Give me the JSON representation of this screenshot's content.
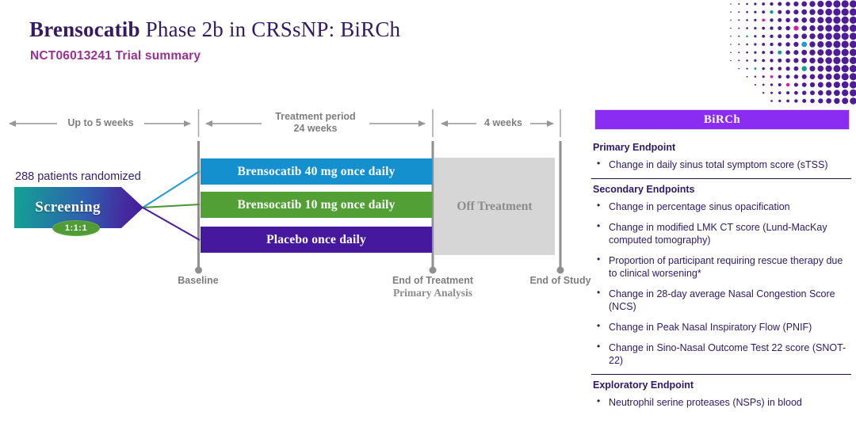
{
  "slide": {
    "title_emphasis": "Brensocatib",
    "title_rest": " Phase 2b in CRSsNP: BiRCh",
    "subtitle": "NCT06013241 Trial summary"
  },
  "timeline": {
    "phase1_label": "Up to 5 weeks",
    "phase2_label_line1": "Treatment period",
    "phase2_label_line2": "24 weeks",
    "phase3_label": "4 weeks"
  },
  "screening": {
    "randomized_note": "288 patients randomized",
    "label": "Screening",
    "ratio_badge": "1:1:1"
  },
  "arms": [
    {
      "label": "Brensocatib 40 mg once daily",
      "color": "#1590ce"
    },
    {
      "label": "Brensocatib 10 mg once daily",
      "color": "#519f35"
    },
    {
      "label": "Placebo once daily",
      "color": "#46189d"
    }
  ],
  "off_treatment_label": "Off Treatment",
  "milestones": {
    "baseline": "Baseline",
    "end_of_treatment": "End of Treatment",
    "primary_analysis": "Primary Analysis",
    "end_of_study": "End of Study"
  },
  "endpoints_panel": {
    "title": "BiRCh",
    "title_bg_color": "#8a2cf2",
    "sections": [
      {
        "heading": "Primary Endpoint",
        "bullets": [
          "Change in daily sinus total symptom score (sTSS)"
        ]
      },
      {
        "heading": "Secondary Endpoints",
        "bullets": [
          "Change in percentage sinus opacification",
          "Change in modified LMK CT score (Lund-MacKay computed tomography)",
          "Proportion of participant requiring rescue therapy due to clinical worsening*",
          "Change in 28-day average Nasal Congestion Score (NCS)",
          "Change in Peak Nasal Inspiratory Flow (PNIF)",
          "Change in Sino-Nasal Outcome Test 22 score (SNOT-22)"
        ]
      },
      {
        "heading": "Exploratory Endpoint",
        "bullets": [
          "Neutrophil serine proteases (NSPs) in blood"
        ]
      }
    ]
  },
  "decor": {
    "dot_colors": {
      "primary": "#4c1d95",
      "teal": "#0e9d8e",
      "magenta": "#d6219c",
      "blue": "#1b9cd8"
    },
    "timeline_gray": "#969696"
  }
}
